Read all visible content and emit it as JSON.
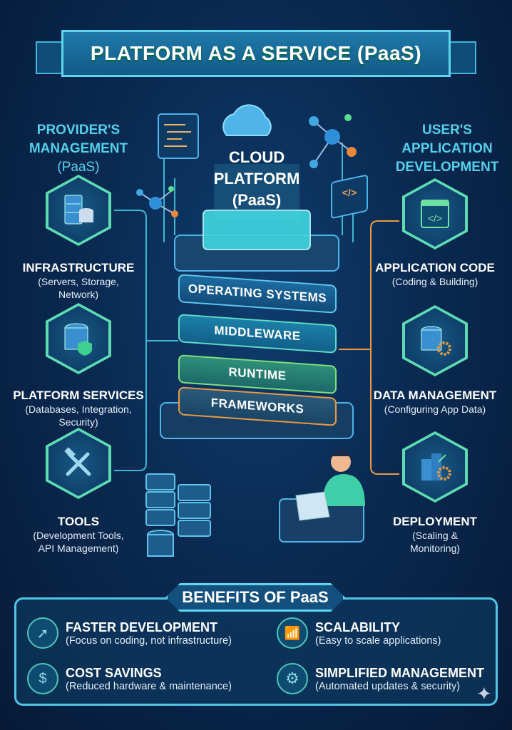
{
  "title": "PLATFORM AS A SERVICE (PaaS)",
  "left_header": {
    "line1": "PROVIDER'S",
    "line2": "MANAGEMENT",
    "line3": "(PaaS)"
  },
  "right_header": {
    "line1": "USER'S",
    "line2": "APPLICATION",
    "line3": "DEVELOPMENT"
  },
  "center": {
    "line1": "CLOUD",
    "line2": "PLATFORM",
    "line3": "(PaaS)",
    "layers": [
      "OPERATING SYSTEMS",
      "MIDDLEWARE",
      "RUNTIME",
      "FRAMEWORKS"
    ]
  },
  "provider_items": [
    {
      "title": "INFRASTRUCTURE",
      "desc1": "(Servers, Storage,",
      "desc2": "Network)",
      "icon": "server-database-icon"
    },
    {
      "title": "PLATFORM SERVICES",
      "desc1": "(Databases, Integration,",
      "desc2": "Security)",
      "icon": "database-shield-icon"
    },
    {
      "title": "TOOLS",
      "desc1": "(Development Tools,",
      "desc2": "API Management)",
      "icon": "wrench-hammer-icon"
    }
  ],
  "user_items": [
    {
      "title": "APPLICATION CODE",
      "desc1": "(Coding & Building)",
      "desc2": "",
      "icon": "code-window-icon"
    },
    {
      "title": "DATA MANAGEMENT",
      "desc1": "(Configuring App Data)",
      "desc2": "",
      "icon": "database-gear-icon"
    },
    {
      "title": "DEPLOYMENT",
      "desc1": "(Scaling &",
      "desc2": "Monitoring)",
      "icon": "building-gear-icon"
    }
  ],
  "code_symbol": "</>",
  "benefits": {
    "title": "BENEFITS OF PaaS",
    "items": [
      {
        "title": "FASTER DEVELOPMENT",
        "desc": "(Focus on coding, not infrastructure)",
        "icon": "rocket-icon"
      },
      {
        "title": "SCALABILITY",
        "desc": "(Easy to scale applications)",
        "icon": "growth-chart-icon"
      },
      {
        "title": "COST SAVINGS",
        "desc": "(Reduced hardware & maintenance)",
        "icon": "dollar-hand-icon"
      },
      {
        "title": "SIMPLIFIED MANAGEMENT",
        "desc": "(Automated updates & security)",
        "icon": "gear-shield-icon"
      }
    ]
  },
  "colors": {
    "accent": "#55d0ea",
    "green": "#5ddbb3",
    "orange": "#e89a45",
    "bg": "#0a2a52"
  }
}
